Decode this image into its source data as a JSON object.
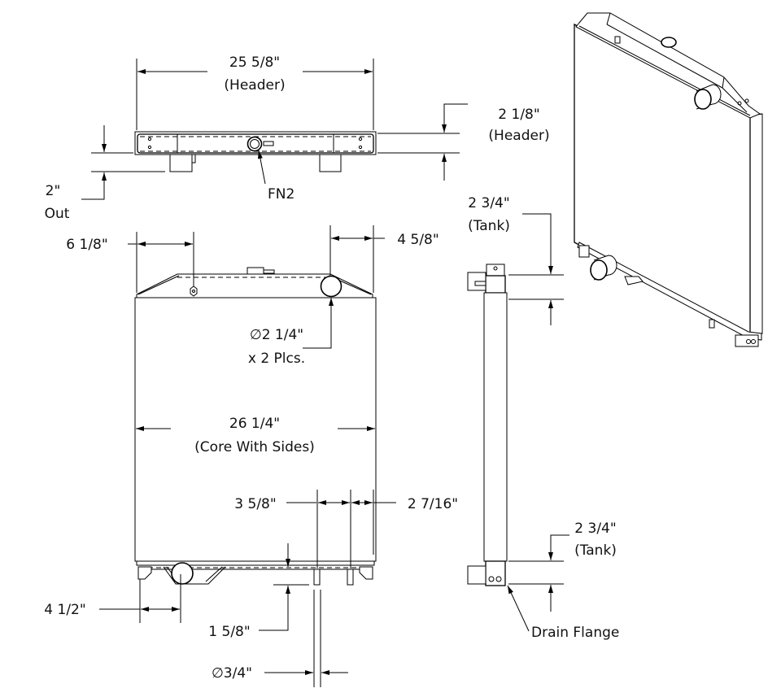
{
  "top_view": {
    "header_width": "25 5/8\"",
    "header_width_note": "(Header)",
    "header_height": "2 1/8\"",
    "header_height_note": "(Header)",
    "outlet_offset": "2\"",
    "outlet_offset_note": "Out",
    "callout": "FN2"
  },
  "front_view": {
    "left_offset": "6 1/8\"",
    "right_offset": "4 5/8\"",
    "nozzle_dia": "∅2 1/4\"",
    "nozzle_qty": "x 2 Plcs.",
    "core_width": "26 1/4\"",
    "core_width_note": "(Core With Sides)",
    "foot_spacing": "3 5/8\"",
    "foot_edge": "2 7/16\"",
    "foot_height": "1 5/8\"",
    "inlet_offset": "4 1/2\"",
    "foot_dia": "∅3/4\""
  },
  "side_view": {
    "top_tank": "2 3/4\"",
    "top_tank_note": "(Tank)",
    "bottom_tank": "2 3/4\"",
    "bottom_tank_note": "(Tank)",
    "drain_label": "Drain Flange"
  }
}
